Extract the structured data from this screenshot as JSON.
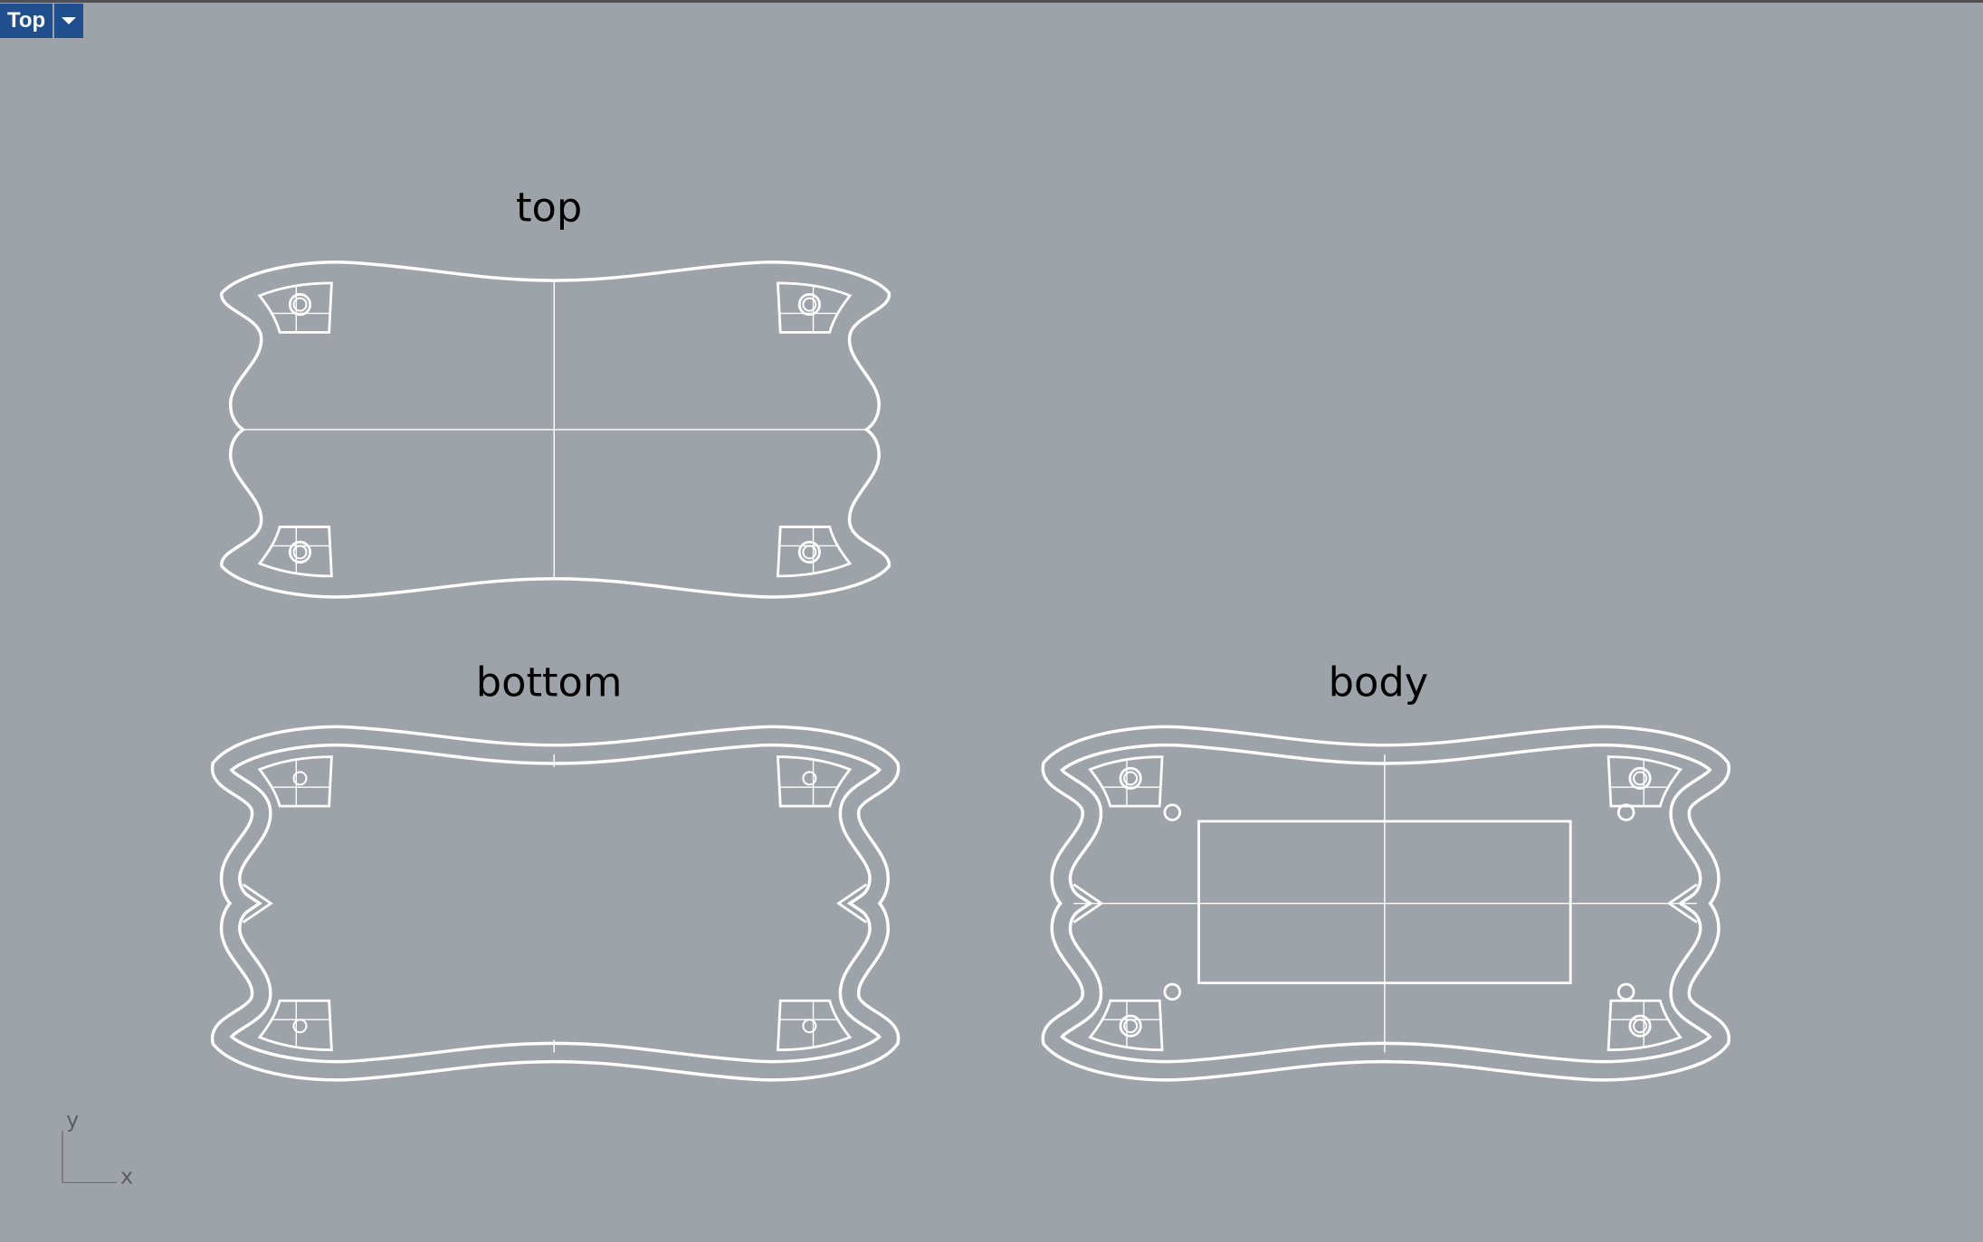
{
  "viewport": {
    "name": "Top"
  },
  "objects": [
    {
      "label": "top"
    },
    {
      "label": "bottom"
    },
    {
      "label": "body"
    }
  ],
  "axes": {
    "x": "x",
    "y": "y"
  },
  "colors": {
    "background": "#9ea2a9",
    "curves": "#ffffff",
    "tab": "#1f4f8f"
  }
}
